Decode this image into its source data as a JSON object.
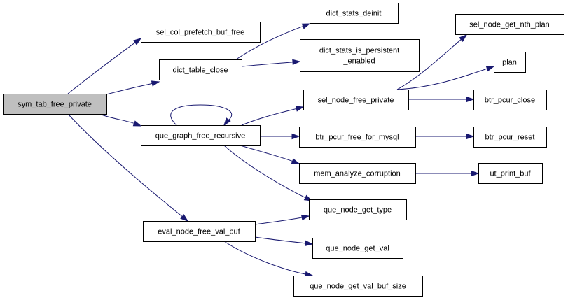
{
  "colors": {
    "node_fill": "#ffffff",
    "root_fill": "#bfbfbf",
    "node_border": "#000000",
    "edge": "#191970",
    "background": "#ffffff"
  },
  "nodes": [
    {
      "id": "sym_tab_free_private",
      "lines": [
        "sym_tab_free_private"
      ],
      "root": true
    },
    {
      "id": "sel_col_prefetch_buf_free",
      "lines": [
        "sel_col_prefetch_buf_free"
      ]
    },
    {
      "id": "dict_table_close",
      "lines": [
        "dict_table_close"
      ]
    },
    {
      "id": "que_graph_free_recursive",
      "lines": [
        "que_graph_free_recursive"
      ]
    },
    {
      "id": "eval_node_free_val_buf",
      "lines": [
        "eval_node_free_val_buf"
      ]
    },
    {
      "id": "dict_stats_deinit",
      "lines": [
        "dict_stats_deinit"
      ]
    },
    {
      "id": "dict_stats_is_persistent_enabled",
      "lines": [
        "dict_stats_is_persistent",
        "_enabled"
      ]
    },
    {
      "id": "sel_node_free_private",
      "lines": [
        "sel_node_free_private"
      ]
    },
    {
      "id": "btr_pcur_free_for_mysql",
      "lines": [
        "btr_pcur_free_for_mysql"
      ]
    },
    {
      "id": "mem_analyze_corruption",
      "lines": [
        "mem_analyze_corruption"
      ]
    },
    {
      "id": "que_node_get_type",
      "lines": [
        "que_node_get_type"
      ]
    },
    {
      "id": "que_node_get_val",
      "lines": [
        "que_node_get_val"
      ]
    },
    {
      "id": "que_node_get_val_buf_size",
      "lines": [
        "que_node_get_val_buf_size"
      ]
    },
    {
      "id": "sel_node_get_nth_plan",
      "lines": [
        "sel_node_get_nth_plan"
      ]
    },
    {
      "id": "plan",
      "lines": [
        "plan"
      ]
    },
    {
      "id": "btr_pcur_close",
      "lines": [
        "btr_pcur_close"
      ]
    },
    {
      "id": "btr_pcur_reset",
      "lines": [
        "btr_pcur_reset"
      ]
    },
    {
      "id": "ut_print_buf",
      "lines": [
        "ut_print_buf"
      ]
    }
  ],
  "edges": [
    {
      "from": "sym_tab_free_private",
      "to": "sel_col_prefetch_buf_free"
    },
    {
      "from": "sym_tab_free_private",
      "to": "dict_table_close"
    },
    {
      "from": "sym_tab_free_private",
      "to": "que_graph_free_recursive"
    },
    {
      "from": "sym_tab_free_private",
      "to": "eval_node_free_val_buf"
    },
    {
      "from": "dict_table_close",
      "to": "dict_stats_deinit"
    },
    {
      "from": "dict_table_close",
      "to": "dict_stats_is_persistent_enabled"
    },
    {
      "from": "que_graph_free_recursive",
      "to": "que_graph_free_recursive"
    },
    {
      "from": "que_graph_free_recursive",
      "to": "sel_node_free_private"
    },
    {
      "from": "que_graph_free_recursive",
      "to": "btr_pcur_free_for_mysql"
    },
    {
      "from": "que_graph_free_recursive",
      "to": "mem_analyze_corruption"
    },
    {
      "from": "que_graph_free_recursive",
      "to": "que_node_get_type"
    },
    {
      "from": "sel_node_free_private",
      "to": "sel_node_get_nth_plan"
    },
    {
      "from": "sel_node_free_private",
      "to": "plan"
    },
    {
      "from": "sel_node_free_private",
      "to": "btr_pcur_close"
    },
    {
      "from": "btr_pcur_free_for_mysql",
      "to": "btr_pcur_reset"
    },
    {
      "from": "mem_analyze_corruption",
      "to": "ut_print_buf"
    },
    {
      "from": "eval_node_free_val_buf",
      "to": "que_node_get_type"
    },
    {
      "from": "eval_node_free_val_buf",
      "to": "que_node_get_val"
    },
    {
      "from": "eval_node_free_val_buf",
      "to": "que_node_get_val_buf_size"
    }
  ]
}
